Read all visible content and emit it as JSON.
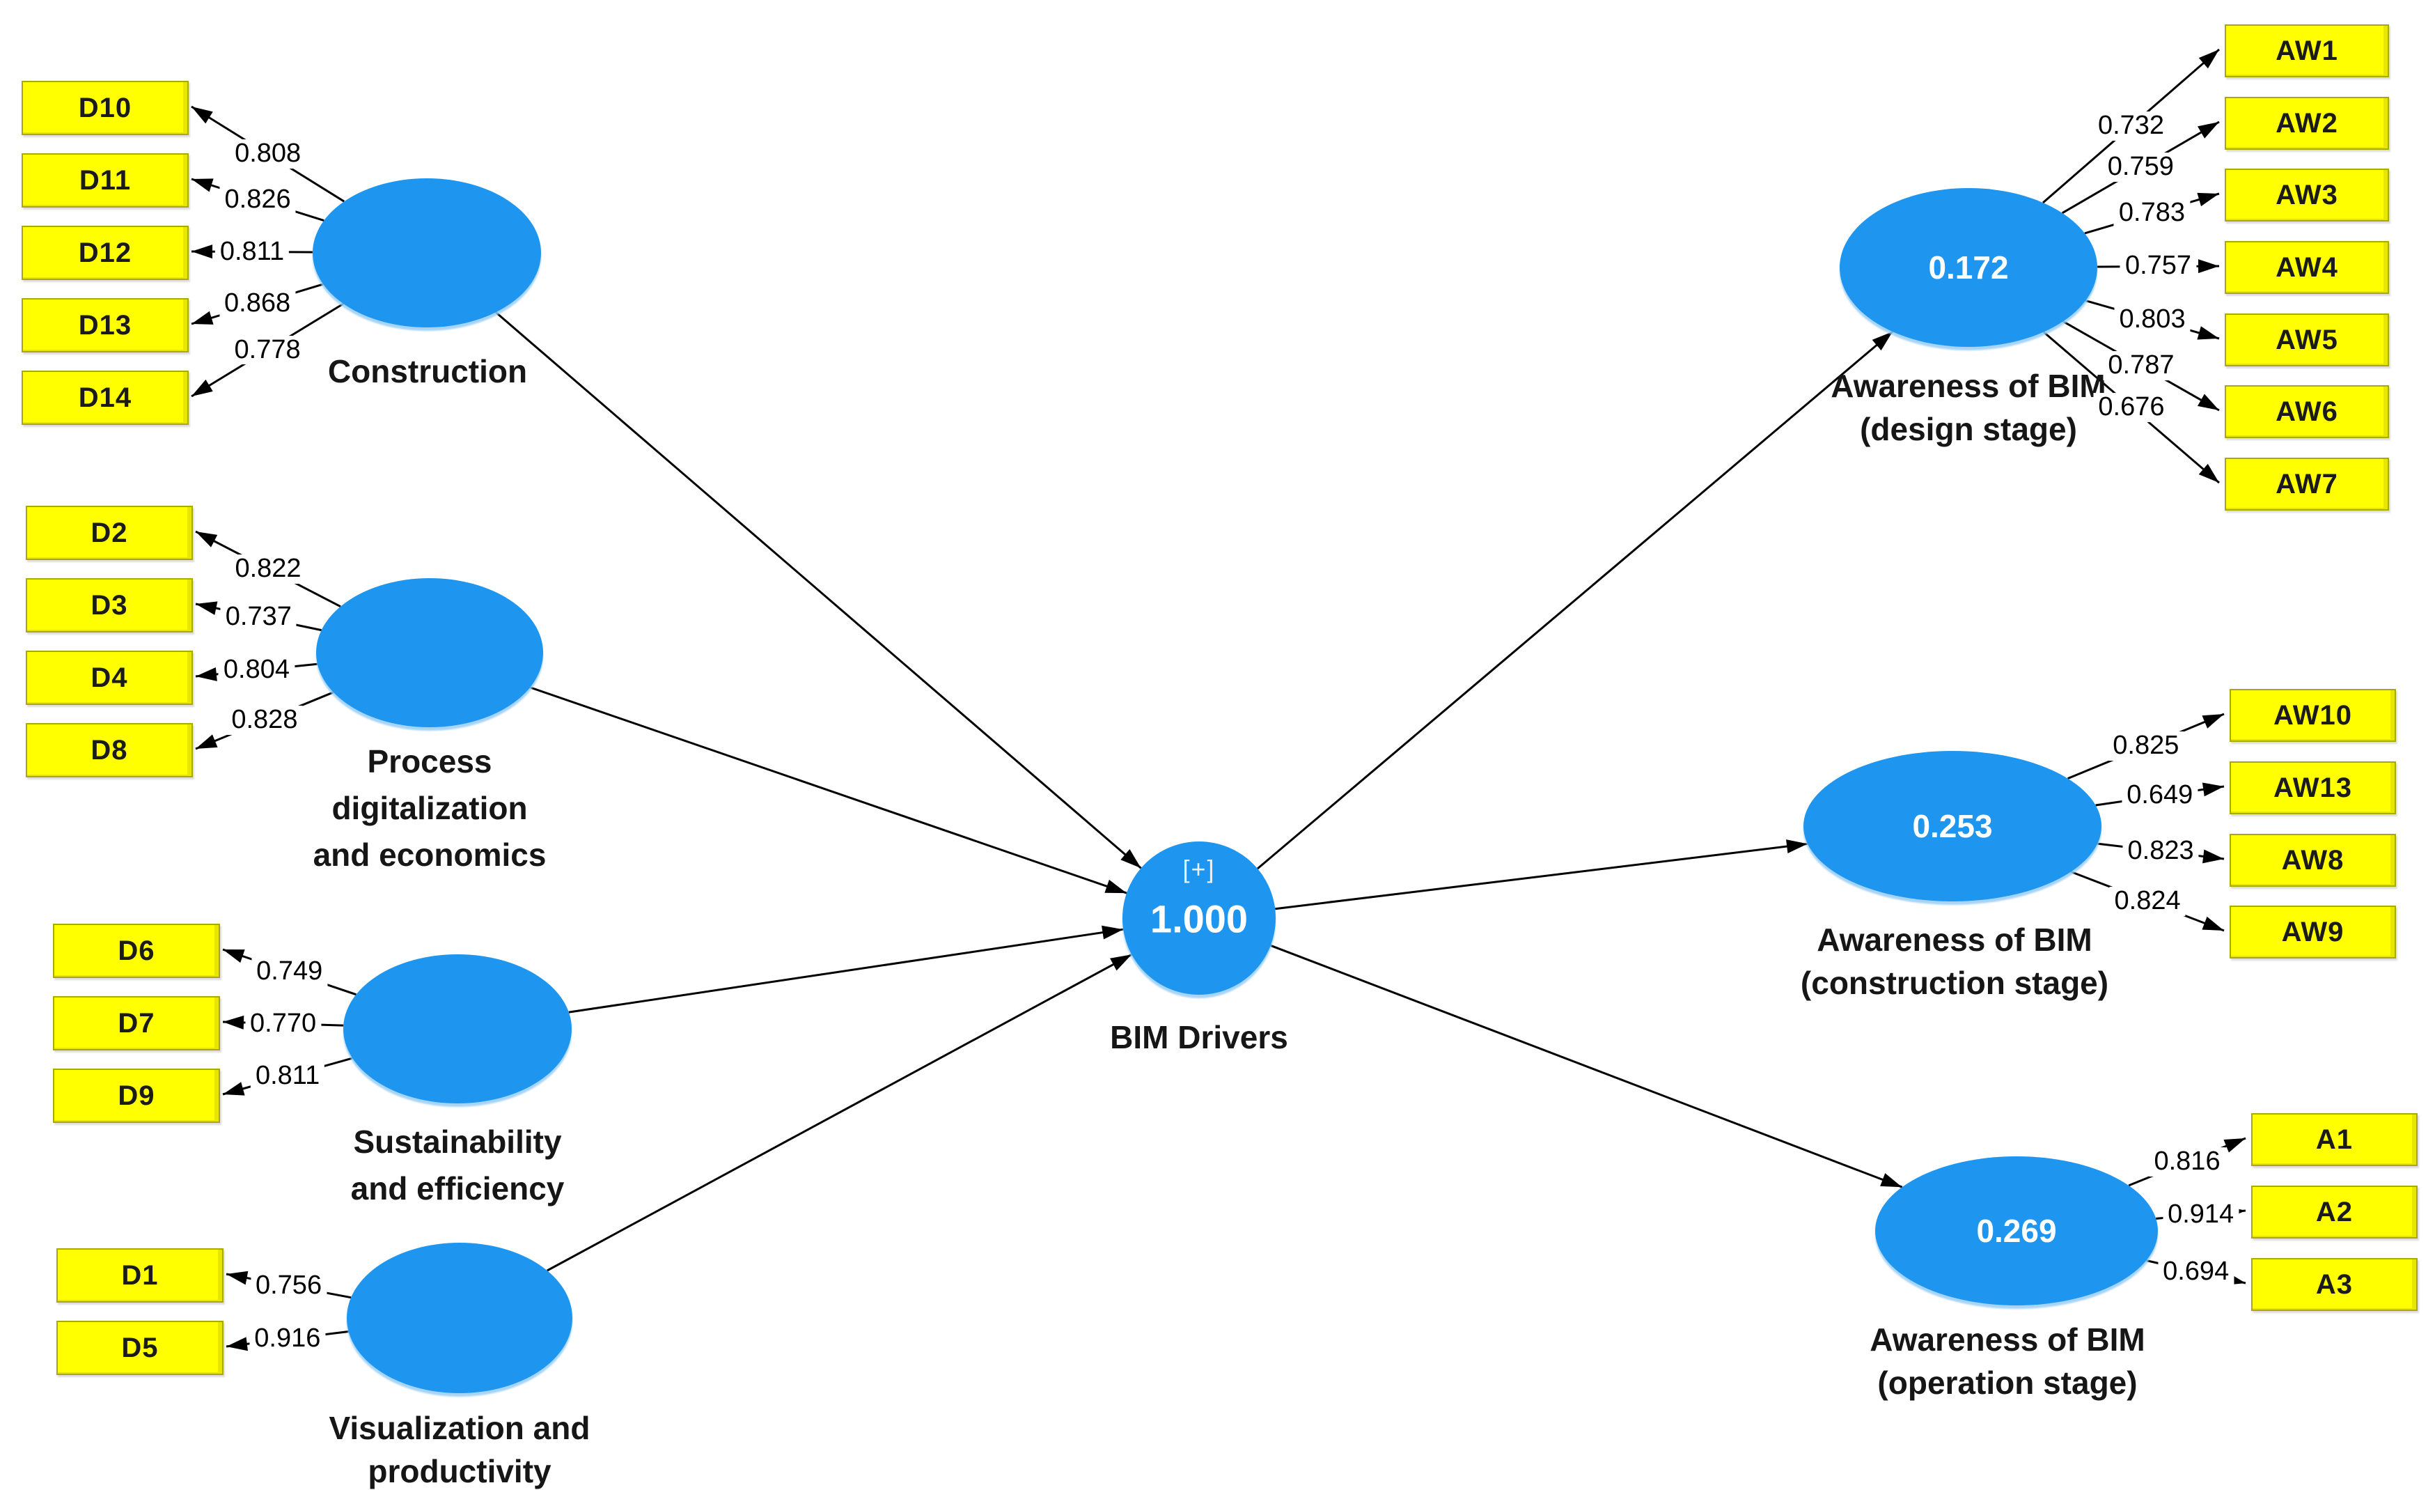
{
  "colors": {
    "indicator_fill": "#FFFF00",
    "indicator_border": "#A9A900",
    "latent_fill": "#1E96F0",
    "connector": "#000000",
    "latent_value_text": "#FFFFFF",
    "label_text": "#161616"
  },
  "central_construct": {
    "label": "BIM Drivers",
    "weight_mode_badge": "[+]",
    "value": "1.000"
  },
  "exogenous_constructs": [
    {
      "id": "construction",
      "label_lines": [
        "Construction"
      ],
      "indicators": [
        {
          "name": "D10",
          "loading": "0.808"
        },
        {
          "name": "D11",
          "loading": "0.826"
        },
        {
          "name": "D12",
          "loading": "0.811"
        },
        {
          "name": "D13",
          "loading": "0.868"
        },
        {
          "name": "D14",
          "loading": "0.778"
        }
      ]
    },
    {
      "id": "process_digitalization",
      "label_lines": [
        "Process",
        "digitalization",
        "and economics"
      ],
      "indicators": [
        {
          "name": "D2",
          "loading": "0.822"
        },
        {
          "name": "D3",
          "loading": "0.737"
        },
        {
          "name": "D4",
          "loading": "0.804"
        },
        {
          "name": "D8",
          "loading": "0.828"
        }
      ]
    },
    {
      "id": "sustainability_efficiency",
      "label_lines": [
        "Sustainability",
        "and efficiency"
      ],
      "indicators": [
        {
          "name": "D6",
          "loading": "0.749"
        },
        {
          "name": "D7",
          "loading": "0.770"
        },
        {
          "name": "D9",
          "loading": "0.811"
        }
      ]
    },
    {
      "id": "visualization_productivity",
      "label_lines": [
        "Visualization and",
        "productivity"
      ],
      "indicators": [
        {
          "name": "D1",
          "loading": "0.756"
        },
        {
          "name": "D5",
          "loading": "0.916"
        }
      ]
    }
  ],
  "endogenous_constructs": [
    {
      "id": "awareness_design",
      "label_lines": [
        "Awareness of BIM",
        "(design stage)"
      ],
      "value": "0.172",
      "indicators": [
        {
          "name": "AW1",
          "loading": "0.732"
        },
        {
          "name": "AW2",
          "loading": "0.759"
        },
        {
          "name": "AW3",
          "loading": "0.783"
        },
        {
          "name": "AW4",
          "loading": "0.757"
        },
        {
          "name": "AW5",
          "loading": "0.803"
        },
        {
          "name": "AW6",
          "loading": "0.787"
        },
        {
          "name": "AW7",
          "loading": "0.676"
        }
      ]
    },
    {
      "id": "awareness_construction",
      "label_lines": [
        "Awareness of BIM",
        "(construction stage)"
      ],
      "value": "0.253",
      "indicators": [
        {
          "name": "AW10",
          "loading": "0.825"
        },
        {
          "name": "AW13",
          "loading": "0.649"
        },
        {
          "name": "AW8",
          "loading": "0.823"
        },
        {
          "name": "AW9",
          "loading": "0.824"
        }
      ]
    },
    {
      "id": "awareness_operation",
      "label_lines": [
        "Awareness of BIM",
        "(operation stage)"
      ],
      "value": "0.269",
      "indicators": [
        {
          "name": "A1",
          "loading": "0.816"
        },
        {
          "name": "A2",
          "loading": "0.914"
        },
        {
          "name": "A3",
          "loading": "0.694"
        }
      ]
    }
  ]
}
